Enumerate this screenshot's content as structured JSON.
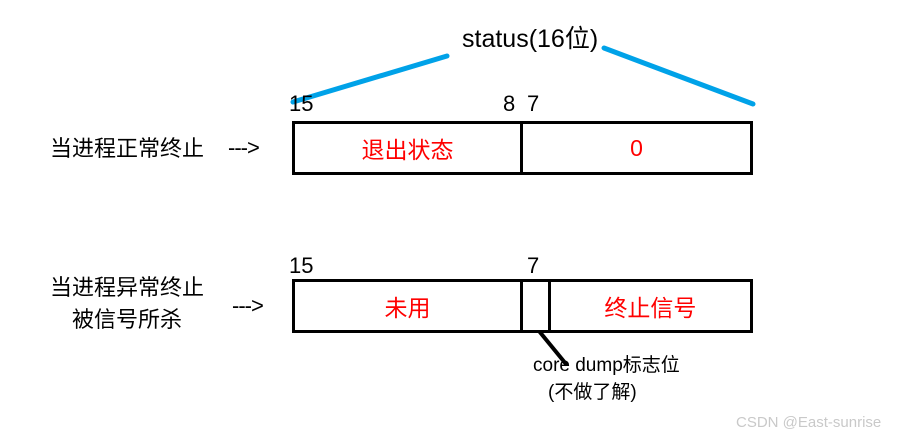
{
  "diagram": {
    "title": "status(16位)",
    "accent_color": "#00a2e8",
    "highlight_color": "#ff0000",
    "line_color": "#000000",
    "watermark": "CSDN @East-sunrise"
  },
  "row_normal": {
    "description": "当进程正常终止",
    "arrow": "--->",
    "bit_labels": {
      "high": "15",
      "mid_left": "8",
      "mid_right": "7"
    },
    "cells": [
      {
        "label": "退出状态"
      },
      {
        "label": "0"
      }
    ]
  },
  "row_signal": {
    "description_line1": "当进程异常终止",
    "description_line2": "被信号所杀",
    "arrow": "--->",
    "bit_labels": {
      "high": "15",
      "mid": "7"
    },
    "cells": [
      {
        "label": "未用"
      },
      {
        "label": ""
      },
      {
        "label": "终止信号"
      }
    ],
    "callout_line1": "core dump标志位",
    "callout_line2": "(不做了解)"
  }
}
